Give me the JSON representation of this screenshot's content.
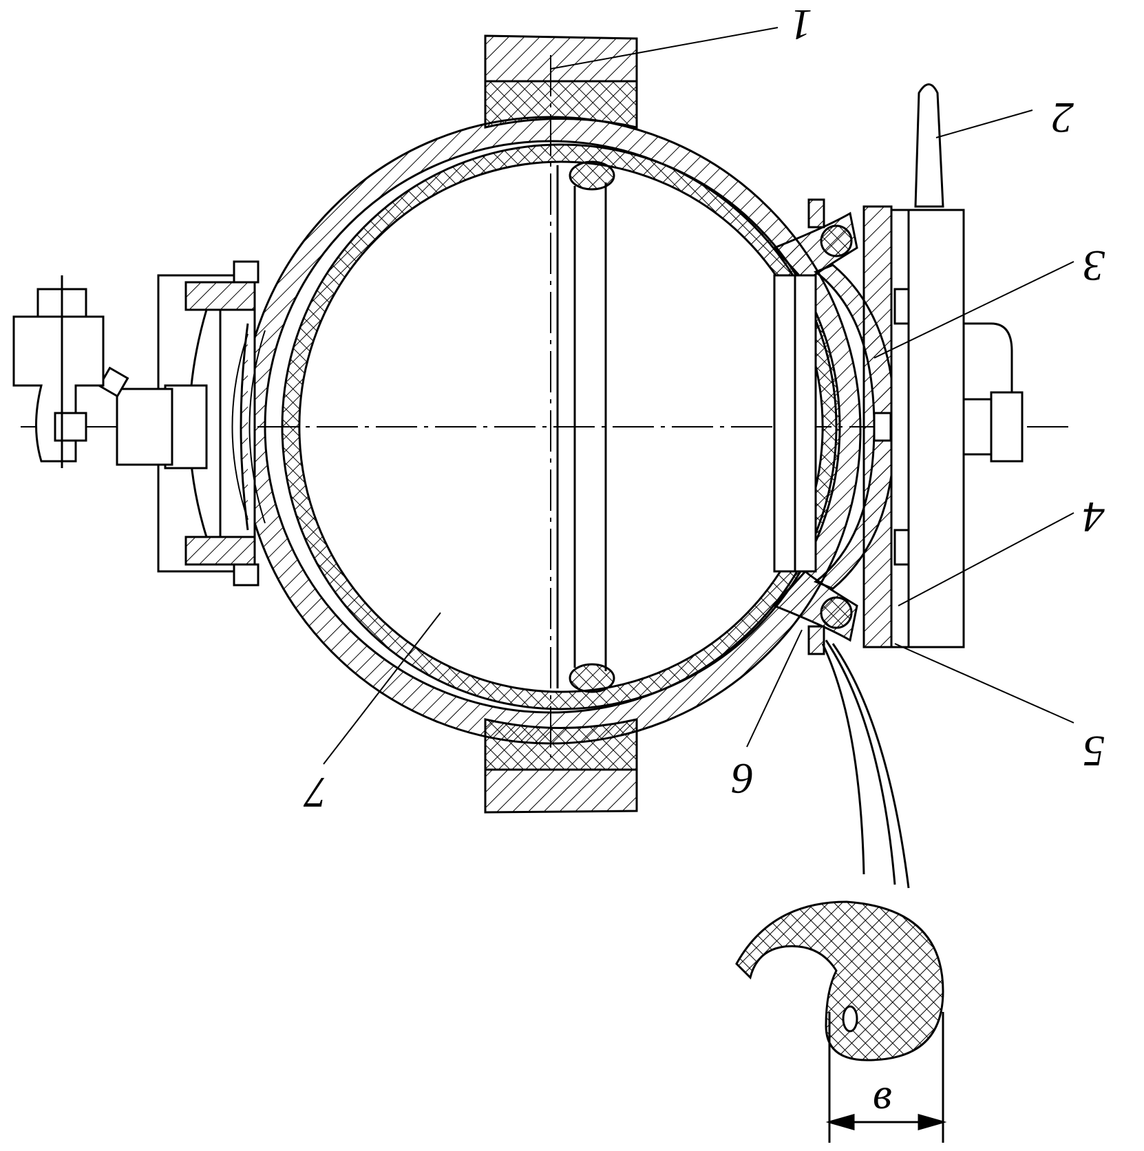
{
  "labels": {
    "part1": "1",
    "part2": "2",
    "part3": "3",
    "part4": "4",
    "part5": "5",
    "part7": "7",
    "part6": "6",
    "dimension_b": "в"
  },
  "colors": {
    "ink": "#000000",
    "paper": "#ffffff"
  }
}
